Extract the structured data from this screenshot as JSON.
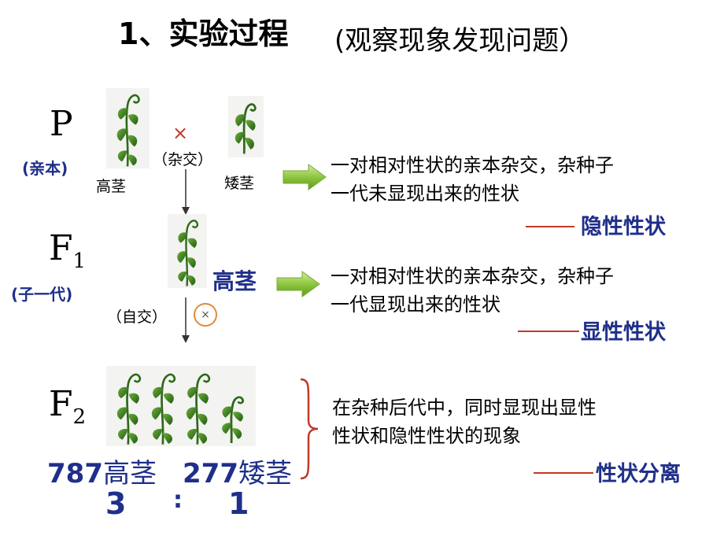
{
  "title": {
    "main": "1、实验过程",
    "sub": "(观察现象发现问题）"
  },
  "p": {
    "symbol": "P",
    "sub": "(亲本)",
    "tall_label": "高茎",
    "short_label": "矮茎",
    "cross_symbol": "×",
    "cross_label": "（杂交）"
  },
  "f1": {
    "symbol": "F",
    "subscript": "1",
    "sub": "(子一代)",
    "plant_label": "高茎",
    "self_label": "（自交）",
    "self_symbol": "×"
  },
  "f2": {
    "symbol": "F",
    "subscript": "2",
    "tall_count": "787",
    "tall_label": "高茎",
    "short_count": "277",
    "short_label": "矮茎",
    "ratio_left": "3",
    "ratio_colon": ":",
    "ratio_right": "1"
  },
  "notes": {
    "recessive_line1": "一对相对性状的亲本杂交，杂种子",
    "recessive_line2": "一代未显现出来的性状",
    "recessive_term": "隐性性状",
    "dominant_line1": "一对相对性状的亲本杂交，杂种子",
    "dominant_line2": "一代显现出来的性状",
    "dominant_term": "显性性状",
    "segregation_line1": "在杂种后代中，同时显现出显性",
    "segregation_line2": "性状和隐性性状的现象",
    "segregation_term": "性状分离"
  },
  "colors": {
    "accent_blue": "#1f2f8a",
    "red": "#c0392b",
    "arrow_green": "#8dc63f",
    "leaf_green": "#3a7d22"
  }
}
